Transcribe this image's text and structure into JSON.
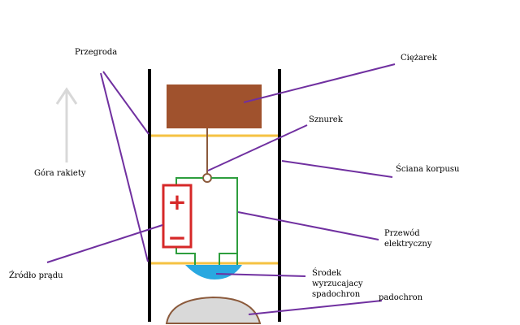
{
  "labels": {
    "przegroda": "Przegroda",
    "ciezarek": "Ciężarek",
    "sznurek": "Sznurek",
    "sciana_korpusu": "Ściana korpusu",
    "gora_rakiety": "Góra rakiety",
    "przewod": "Przewód\nelektryczny",
    "zrodlo_pradu": "Źródło prądu",
    "srodek": "Środek\nwyrzucajacy\nspadochron",
    "spadochron": "padochron"
  },
  "battery": {
    "plus": "+",
    "minus": "−"
  },
  "colors": {
    "walls": "#000000",
    "partitions": "#f5c242",
    "weight": "#a0522d",
    "string": "#8b5a3c",
    "wire": "#2e9e3e",
    "battery": "#d62828",
    "charge": "#29a8e0",
    "parachute_fill": "#d9d9d9",
    "parachute_outline": "#8b5a3c",
    "leaders": "#7030a0",
    "arrow": "#d8d8d8"
  }
}
